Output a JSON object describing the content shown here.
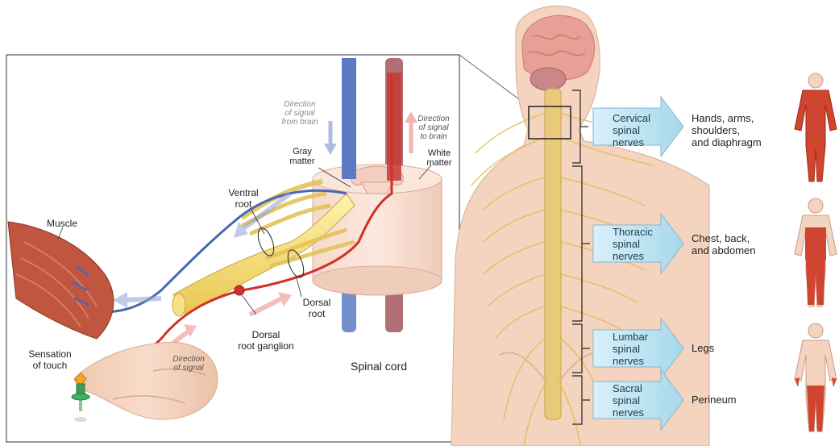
{
  "inset": {
    "labels": {
      "muscle": "Muscle",
      "sensation": "Sensation\nof touch",
      "ventral_root": "Ventral\nroot",
      "dorsal_root": "Dorsal\nroot",
      "dorsal_ganglion": "Dorsal\nroot ganglion",
      "gray_matter": "Gray\nmatter",
      "white_matter": "White\nmatter",
      "spinal_cord": "Spinal cord"
    },
    "directions": {
      "from_brain": "Direction\nof signal\nfrom brain",
      "to_brain": "Direction\nof signal\nto brain",
      "signal": "Direction\nof signal"
    }
  },
  "regions": [
    {
      "name": "Cervical\nspinal\nnerves",
      "target": "Hands, arms,\nshoulders,\nand diaphragm"
    },
    {
      "name": "Thoracic\nspinal\nnerves",
      "target": "Chest, back,\nand abdomen"
    },
    {
      "name": "Lumbar\nspinal\nnerves",
      "target": "Legs"
    },
    {
      "name": "Sacral\nspinal\nnerves",
      "target": "Perineum"
    }
  ],
  "colors": {
    "nerve_yellow": "#f2d56b",
    "signal_red": "#d0312d",
    "signal_blue": "#4a66b5",
    "arrow_blue": "#bfe3f2",
    "body_skin": "#f4d3bf",
    "highlight_red": "#d0452f"
  }
}
